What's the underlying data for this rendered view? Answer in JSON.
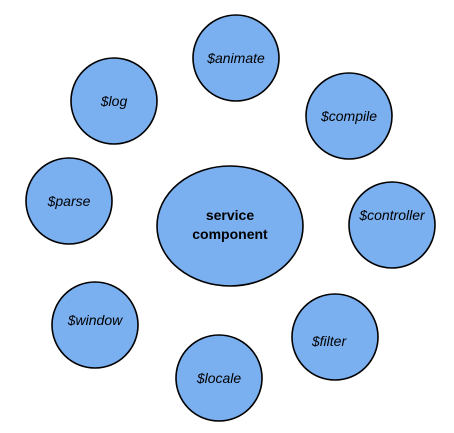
{
  "diagram": {
    "colors": {
      "node_fill": "#7aaff0",
      "node_stroke": "#000000",
      "background": "#ffffff"
    },
    "center": {
      "line1": "service",
      "line2": "component"
    },
    "satellites": [
      "$animate",
      "$log",
      "$compile",
      "$parse",
      "$controller",
      "$window",
      "$filter",
      "$locale"
    ]
  }
}
